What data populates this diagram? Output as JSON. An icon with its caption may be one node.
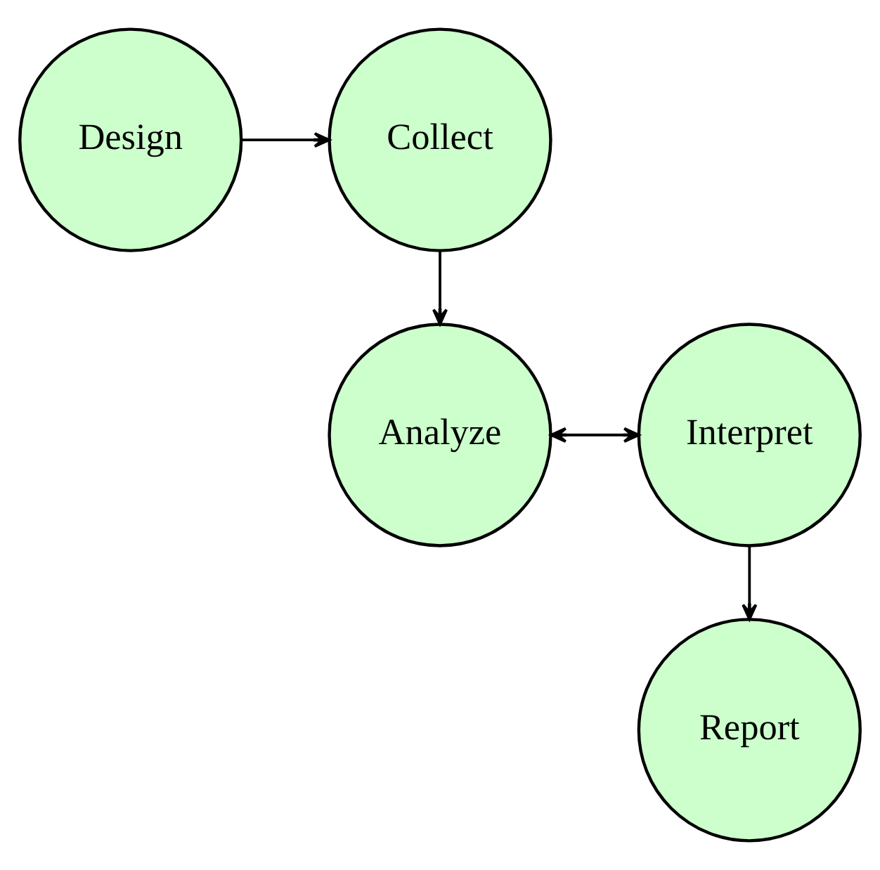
{
  "diagram": {
    "nodes": [
      {
        "text": [
          "Design"
        ]
      },
      {
        "text": [
          "Collect"
        ]
      },
      {
        "text": [
          "Analyze"
        ]
      },
      {
        "text": [
          "Interpret"
        ]
      },
      {
        "text": [
          "Report"
        ]
      }
    ],
    "edges": [
      {
        "from": 0,
        "to": 1,
        "arrow": "to"
      },
      {
        "from": 1,
        "to": 2,
        "arrow": "to"
      },
      {
        "from": 2,
        "to": 3,
        "arrow": "both"
      },
      {
        "from": 3,
        "to": 4,
        "arrow": "to"
      }
    ]
  }
}
